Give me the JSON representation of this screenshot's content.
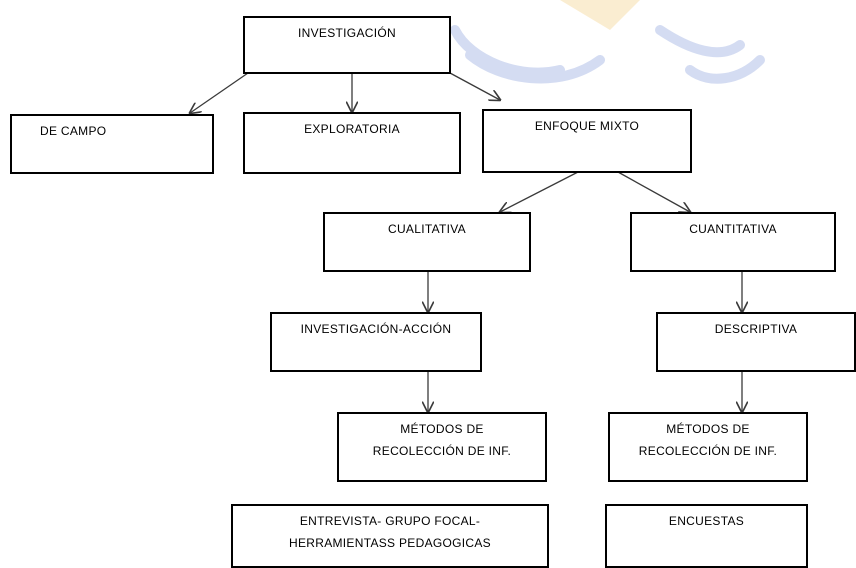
{
  "nodes": {
    "investigacion": "INVESTIGACIÓN",
    "de_campo": "DE CAMPO",
    "exploratoria": "EXPLORATORIA",
    "enfoque_mixto": "ENFOQUE MIXTO",
    "cualitativa": "CUALITATIVA",
    "cuantitativa": "CUANTITATIVA",
    "investigacion_accion": "INVESTIGACIÓN-ACCIÓN",
    "descriptiva": "DESCRIPTIVA",
    "metodos_left": [
      "MÉTODOS DE",
      "RECOLECCIÓN DE INF."
    ],
    "metodos_right": [
      "MÉTODOS DE",
      "RECOLECCIÓN DE INF."
    ],
    "entrevista": [
      "ENTREVISTA- GRUPO FOCAL-",
      "HERRAMIENTASS PEDAGOGICAS"
    ],
    "encuestas": "ENCUESTAS"
  },
  "colors": {
    "watermark": "#c8d2ee",
    "line": "#3a3a3a",
    "border": "#000000"
  }
}
